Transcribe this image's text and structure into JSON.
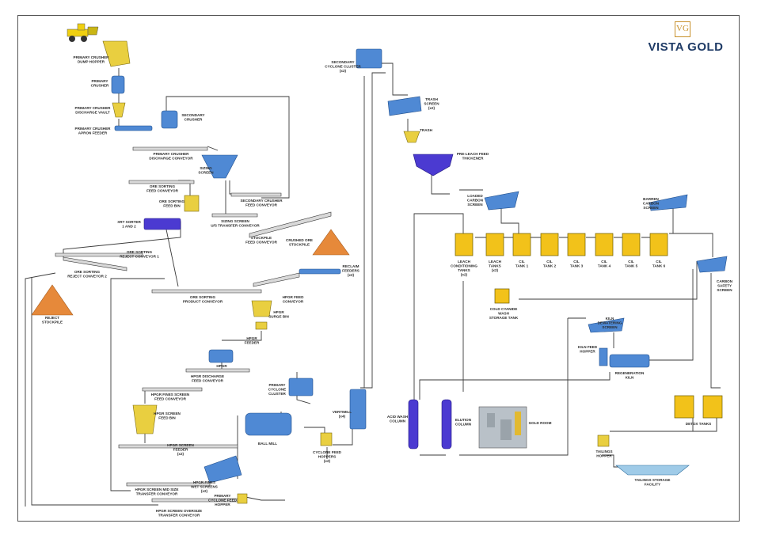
{
  "brand": {
    "mark": "VG",
    "name": "VISTA GOLD",
    "color": "#1f3b66",
    "accent": "#c8912c"
  },
  "labels": {
    "primary_crusher_dump_hopper": [
      "PRIMARY CRUSHER",
      "DUMP HOPPER"
    ],
    "primary_crusher": [
      "PRIMARY",
      "CRUSHER"
    ],
    "primary_crusher_discharge_vault": [
      "PRIMARY CRUSHER",
      "DISCHARGE VAULT"
    ],
    "primary_crusher_apron_feeder": [
      "PRIMARY CRUSHER",
      "APRON FEEDER"
    ],
    "secondary_crusher": [
      "SECONDARY",
      "CRUSHER"
    ],
    "primary_crusher_discharge_conveyor": [
      "PRIMARY CRUSHER",
      "DISCHARGE CONVEYOR"
    ],
    "sizing_screen": [
      "SIZING",
      "SCREEN"
    ],
    "ore_sorting_feed_conveyor": [
      "ORE SORTING",
      "FEED CONVEYOR"
    ],
    "ore_sorting_feed_bin": [
      "ORE SORTING",
      "FEED BIN"
    ],
    "secondary_crusher_feed_conveyor": [
      "SECONDARY CRUSHER",
      "FEED CONVEYOR"
    ],
    "sizing_screen_us_transfer_conveyor": [
      "SIZING SCREEN",
      "U/S TRANSFER CONVEYOR"
    ],
    "xrt_sorter": [
      "XRT SORTER",
      "1 AND 2"
    ],
    "stockpile_feed_conveyor": [
      "STOCKPILE",
      "FEED CONVEYOR"
    ],
    "crushed_ore_stockpile": [
      "CRUSHED ORE",
      "STOCKPILE"
    ],
    "ore_sorting_reject_conveyor_1": [
      "ORE SORTING",
      "REJECT CONVEYOR 1"
    ],
    "ore_sorting_reject_conveyor_2": [
      "ORE SORTING",
      "REJECT CONVEYOR 2"
    ],
    "reclaim_feeders": [
      "RECLAIM",
      "FEEDERS",
      "(x2)"
    ],
    "reject_stockpile": [
      "REJECT",
      "STOCKPILE"
    ],
    "ore_sorting_product_conveyor": [
      "ORE SORTING",
      "PRODUCT CONVEYOR"
    ],
    "hpgr_feed_conveyor": [
      "HPGR FEED",
      "CONVEYOR"
    ],
    "hpgr_surge_bin": [
      "HPGR",
      "SURGE BIN"
    ],
    "hpgr_feeder": [
      "HPGR",
      "FEEDER"
    ],
    "hpgr": [
      "HPGR"
    ],
    "hpgr_discharge_feed_conveyor": [
      "HPGR DISCHARGE",
      "FEED CONVEYOR"
    ],
    "hpgr_fines_screen_feed_conveyor": [
      "HPGR FINES SCREEN",
      "FEED CONVEYOR"
    ],
    "hpgr_screen_feed_bin": [
      "HPGR SCREEN",
      "FEED BIN"
    ],
    "hpgr_screen_feeder": [
      "HPGR SCREEN",
      "FEEDER",
      "(x2)"
    ],
    "hpgr_fines_wet_screens": [
      "HPGR FINES",
      "WET SCREENS",
      "(x2)"
    ],
    "hpgr_screen_mid_size_transfer_conveyor": [
      "HPGR SCREEN MID SIZE",
      "TRANSFER CONVEYOR"
    ],
    "hpgr_screen_oversize_transfer_conveyor": [
      "HPGR SCREEN OVERSIZE",
      "TRANSFER CONVEYOR"
    ],
    "primary_cyclone_feed_hopper": [
      "PRIMARY",
      "CYCLONE FEED",
      "HOPPER"
    ],
    "primary_cyclone_cluster": [
      "PRIMARY",
      "CYCLONE",
      "CLUSTER"
    ],
    "ball_mill": [
      "BALL MILL"
    ],
    "vertimill": [
      "VERTIMILL",
      "(x4)"
    ],
    "cyclone_feed_hoppers": [
      "CYCLONE FEED",
      "HOPPERS",
      "(x2)"
    ],
    "secondary_cyclone_cluster": [
      "SECONDARY",
      "CYCLONE CLUSTER",
      "(x2)"
    ],
    "trash_screen": [
      "TRASH",
      "SCREEN",
      "(x2)"
    ],
    "trash": [
      "TRASH"
    ],
    "pre_leach_feed_thickener": [
      "PRE-LEACH FEED",
      "THICKENER"
    ],
    "loaded_carbon_screen": [
      "LOADED",
      "CARBON",
      "SCREEN"
    ],
    "barren_carbon_screen": [
      "BARREN",
      "CARBON",
      "SCREEN"
    ],
    "leach_conditioning_tanks": [
      "LEACH",
      "CONDITIONING",
      "TANKS",
      "(x2)"
    ],
    "leach_tanks": [
      "LEACH",
      "TANKS",
      "(x2)"
    ],
    "cil_tank_1": [
      "CIL",
      "TANK 1"
    ],
    "cil_tank_2": [
      "CIL",
      "TANK 2"
    ],
    "cil_tank_3": [
      "CIL",
      "TANK 3"
    ],
    "cil_tank_4": [
      "CIL",
      "TANK 4"
    ],
    "cil_tank_5": [
      "CIL",
      "TANK 5"
    ],
    "cil_tank_6": [
      "CIL",
      "TANK 6"
    ],
    "carbon_safety_screen": [
      "CARBON",
      "SAFETY",
      "SCREEN"
    ],
    "cold_cyanide_wash_storage_tank": [
      "COLD CYANIDE",
      "WASH",
      "STORAGE TANK"
    ],
    "kiln_dewatering_screen": [
      "KILN",
      "DEWATERING",
      "SCREEN"
    ],
    "kiln_feed_hopper": [
      "KILN FEED",
      "HOPPER"
    ],
    "regeneration_kiln": [
      "REGENERATION",
      "KILN"
    ],
    "acid_wash_column": [
      "ACID WASH",
      "COLUMN"
    ],
    "elution_column": [
      "ELUTION",
      "COLUMN"
    ],
    "gold_room": [
      "GOLD ROOM"
    ],
    "detox_tanks": [
      "DETOX TANKS"
    ],
    "tailings_hopper": [
      "TAILINGS",
      "HOPPER"
    ],
    "tailings_storage_facility": [
      "TAILINGS STORAGE",
      "FACILITY"
    ]
  }
}
